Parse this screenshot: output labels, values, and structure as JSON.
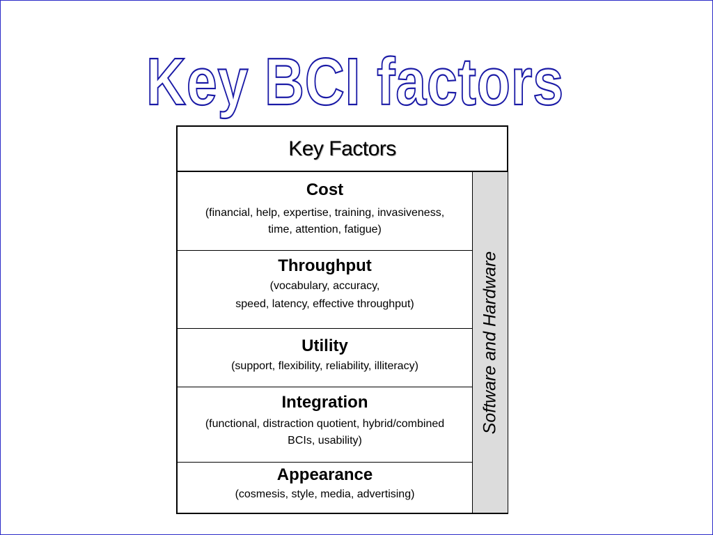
{
  "slide": {
    "title": "Key BCI factors"
  },
  "table": {
    "header": "Key Factors",
    "side_label": "Software and Hardware",
    "rows": [
      {
        "title": "Cost",
        "desc_lines": [
          "(financial, help, expertise, training, invasiveness,",
          "time, attention, fatigue)"
        ]
      },
      {
        "title": "Throughput",
        "desc_lines": [
          "(vocabulary, accuracy,",
          "speed, latency, effective throughput)"
        ]
      },
      {
        "title": "Utility",
        "desc_lines": [
          "(support, flexibility, reliability, illiteracy)"
        ]
      },
      {
        "title": "Integration",
        "desc_lines": [
          "(functional, distraction quotient, hybrid/combined",
          "BCIs, usability)"
        ]
      },
      {
        "title": "Appearance",
        "desc_lines": [
          "(cosmesis, style, media, advertising)"
        ]
      }
    ]
  },
  "colors": {
    "title_outline": "#1a1aa6",
    "frame": "#2b2bc8",
    "side_fill": "#dcdcdc"
  }
}
